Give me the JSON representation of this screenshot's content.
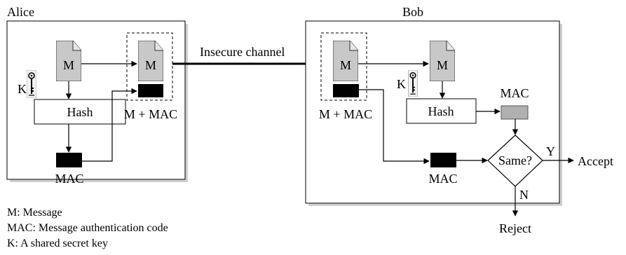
{
  "sender": {
    "name": "Alice",
    "key_label": "K",
    "message": "M",
    "hash": "Hash",
    "mac": "MAC",
    "combined": "M + MAC"
  },
  "channel": {
    "label": "Insecure channel"
  },
  "receiver": {
    "name": "Bob",
    "key_label": "K",
    "message": "M",
    "hash": "Hash",
    "mac_computed": "MAC",
    "mac_received": "MAC",
    "combined": "M + MAC",
    "compare": "Same?",
    "yes": "Y",
    "no": "N"
  },
  "outcomes": {
    "accept": "Accept",
    "reject": "Reject"
  },
  "legend": [
    "M: Message",
    "MAC: Message authentication code",
    "K: A shared secret key"
  ]
}
